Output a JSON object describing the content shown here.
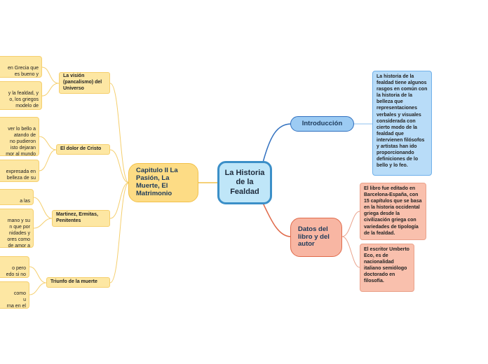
{
  "central": {
    "title": "La Historia de la Fealdad"
  },
  "branches": {
    "introduccion": {
      "label": "Introducción",
      "note": "La historia de la fealdad tiene algunos rasgos en común con la historia de la belleza que representaciones verbales y visuales considerada con cierto modo de la fealdad que intervienen filósofos y artistas han ido proporcionando definiciones de lo bello y lo feo."
    },
    "datos": {
      "label": "Datos del libro y del autor",
      "notes": [
        "El libro fue editado en Barcelona-España, con 15 capítulos que se basa en la historia occidental griega desde la civilización griega con variedades de tipología de la fealdad.",
        "El escritor Umberto Eco, es de nacionalidad italiano semiólogo doctorado en filosofía."
      ]
    },
    "capitulo": {
      "label": "Capitulo  II La Pasión, La Muerte, El Matrimonio",
      "subtopics": [
        {
          "label": "La visión (pancalismo) del Universo",
          "leaves": [
            "en Grecia que\nes bueno y",
            "y la fealdad, y\no, los griegos\nmodelo de"
          ]
        },
        {
          "label": "El dolor de Cristo",
          "leaves": [
            "ver lo bello a\natando de\nno pudieron\nisto dejaran\nmor al mundo",
            "expresada en\nbelleza de su\nión."
          ]
        },
        {
          "label": "Martinez, Ermitas, Penitentes",
          "leaves": [
            "a las\noroso",
            "mano y su\nn que por\nnidades y\nores como\n de amor a"
          ]
        },
        {
          "label": "Triunfo de la muerte",
          "leaves": [
            "o pero\nedo si no\nel mas allá",
            "como\nu\nrna en el"
          ]
        }
      ]
    }
  },
  "colors": {
    "central_fill": "#bfe6f8",
    "central_border": "#3b8fc8",
    "blue_branch": "#2f6fbf",
    "red_branch": "#e06a4a",
    "yellow_branch": "#f2c14a"
  }
}
